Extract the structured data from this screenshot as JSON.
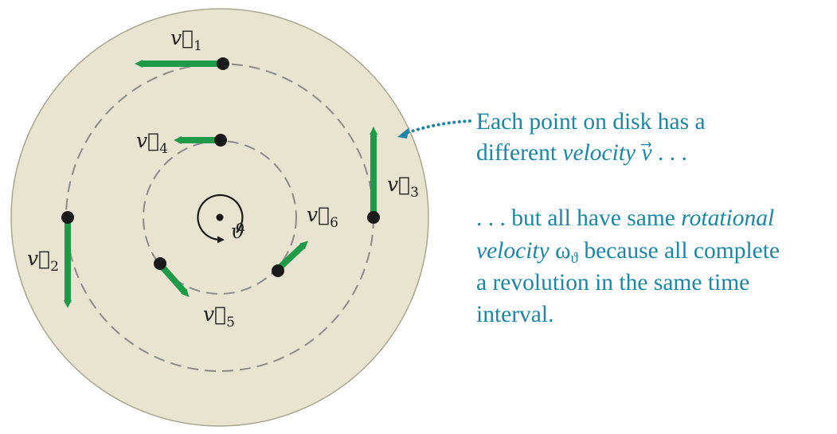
{
  "colors": {
    "disk_fill": "#e8e4d1",
    "disk_stroke": "#a9a78f",
    "orbit_stroke": "#8a8a8a",
    "arrow": "#1f9a48",
    "point": "#1a1a1a",
    "caption": "#1b87a6",
    "label": "#222222"
  },
  "vectors": [
    {
      "id": "v1",
      "symbol": "v",
      "subscript": "1"
    },
    {
      "id": "v2",
      "symbol": "v",
      "subscript": "2"
    },
    {
      "id": "v3",
      "symbol": "v",
      "subscript": "3"
    },
    {
      "id": "v4",
      "symbol": "v",
      "subscript": "4"
    },
    {
      "id": "v5",
      "symbol": "v",
      "subscript": "5"
    },
    {
      "id": "v6",
      "symbol": "v",
      "subscript": "6"
    }
  ],
  "rotation": {
    "symbol": "ϑ"
  },
  "arrow_glyph": "⃗",
  "annotation1": {
    "line1": "Each point on disk has a",
    "line2_plain": "different ",
    "line2_italic": "velocity",
    "line2_symbol": "v",
    "line2_end": " . . ."
  },
  "annotation2": {
    "line1_plain": ". . . but all have same ",
    "line1_italic": "rotational",
    "line2_italic": "velocity",
    "line2_omega": " ω",
    "line2_sub": "ϑ",
    "line2_end": " because all complete",
    "line3": "a revolution in the same time",
    "line4": "interval."
  }
}
